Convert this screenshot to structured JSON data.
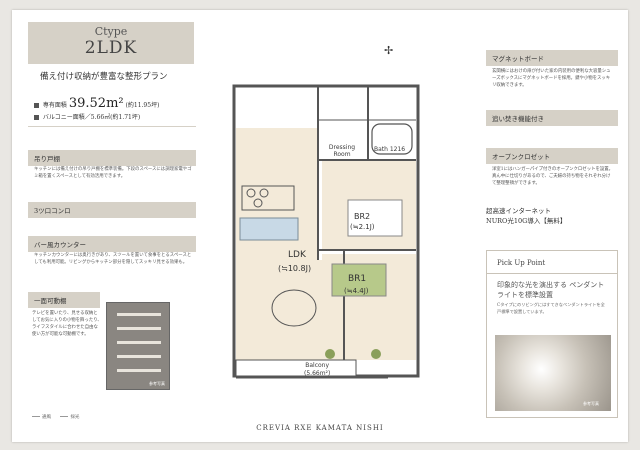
{
  "header": {
    "type_label": "Ctype",
    "layout": "2LDK",
    "subtitle": "備え付け収納が豊富な整形プラン"
  },
  "specs": {
    "area_label": "専有面積",
    "area_value": "39.52m²",
    "area_tsubo": "(約11.95坪)",
    "balcony": "バルコニー面積／5.66㎡(約1.71坪)"
  },
  "features_left": [
    {
      "label": "吊り戸棚",
      "desc": "キッチンには備え付けの吊り戸棚を標準装備。下段のスペースには調理家電やゴミ箱を置くスペースとして有効活用できます。"
    },
    {
      "label": "3ツ口コンロ",
      "desc": ""
    },
    {
      "label": "バー風カウンター",
      "desc": "キッチンカウンターには奥行きがあり、スツールを置いて食事をとるスペースとしても利用可能。リビングからキッチン部分を隠してスッキリ見せる効果も。"
    },
    {
      "label": "一面可動棚",
      "desc": "テレビを置いたり、見せる収納としてお気に入りの小物を飾ったり、ライフスタイルに合わせた自由な使い方が可能な可動棚です。"
    }
  ],
  "features_right": [
    {
      "label": "マグネットボード",
      "desc": "玄関横にはおけの扉が付いた家の内装用の便利な大容量シューズボックスにマグネットボードを採用。鍵や小物をスッキリ収納できます。"
    },
    {
      "label": "追い焚き機能付き",
      "desc": ""
    },
    {
      "label": "オープンクロゼット",
      "desc": "洋室1にはハンガーパイプ付きのオープンクロゼットを設置。真ん中に仕切りがあるので、ご夫婦の持ち物をそれぞれ分けて整理整頓ができます。"
    }
  ],
  "nuro": {
    "line1": "超高速インターネット",
    "line2": "NURO光10G導入【無料】"
  },
  "photo_caption": "参考写真",
  "pickup": {
    "title": "Pick Up Point",
    "heading": "印象的な光を演出する ペンダントライトを標準設置",
    "text": "Cタイプにのリビングにはすてきなペンダントライトを全戸標準で設置しています。",
    "caption": "参考写真"
  },
  "plan": {
    "rooms": {
      "dressing": "Dressing Room",
      "bath": "Bath 1216",
      "br2": "BR2",
      "br2_size": "(≒2.1J)",
      "br1": "BR1",
      "br1_size": "(≒4.4J)",
      "ldk": "LDK",
      "ldk_size": "(≒10.8J)",
      "balcony": "Balcony",
      "balcony_size": "(5.66m²)"
    }
  },
  "legend": {
    "a": "通風",
    "b": "採光"
  },
  "footer": "CREVIA RXE KAMATA NISHI"
}
